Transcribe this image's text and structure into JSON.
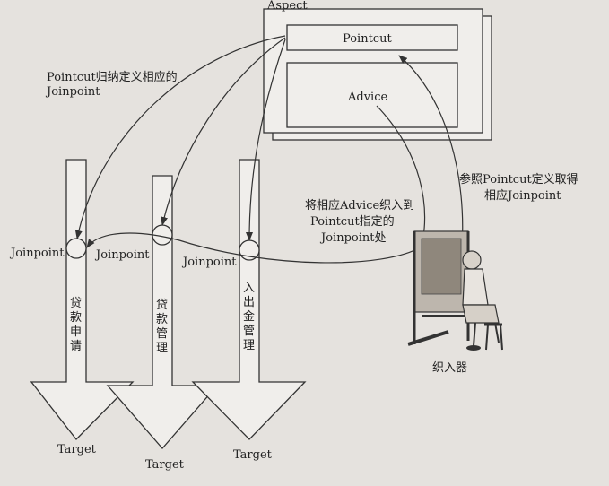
{
  "aspect": {
    "title": "Aspect",
    "pointcut_label": "Pointcut",
    "advice_label": "Advice"
  },
  "annotations": {
    "pointcut_joinpoint": [
      "Pointcut归纳定义相应的",
      "Joinpoint"
    ],
    "weave_advice": [
      "将相应Advice织入到",
      "Pointcut指定的",
      "Joinpoint处"
    ],
    "reference_pointcut": [
      "参照Pointcut定义取得",
      "相应Joinpoint"
    ]
  },
  "joinpoints": [
    "Joinpoint",
    "Joinpoint",
    "Joinpoint"
  ],
  "targets": [
    {
      "name": "贷款申请",
      "label": "Target"
    },
    {
      "name": "贷款管理",
      "label": "Target"
    },
    {
      "name": "入出金管理",
      "label": "Target"
    }
  ],
  "weaver": {
    "label": "织入器"
  }
}
